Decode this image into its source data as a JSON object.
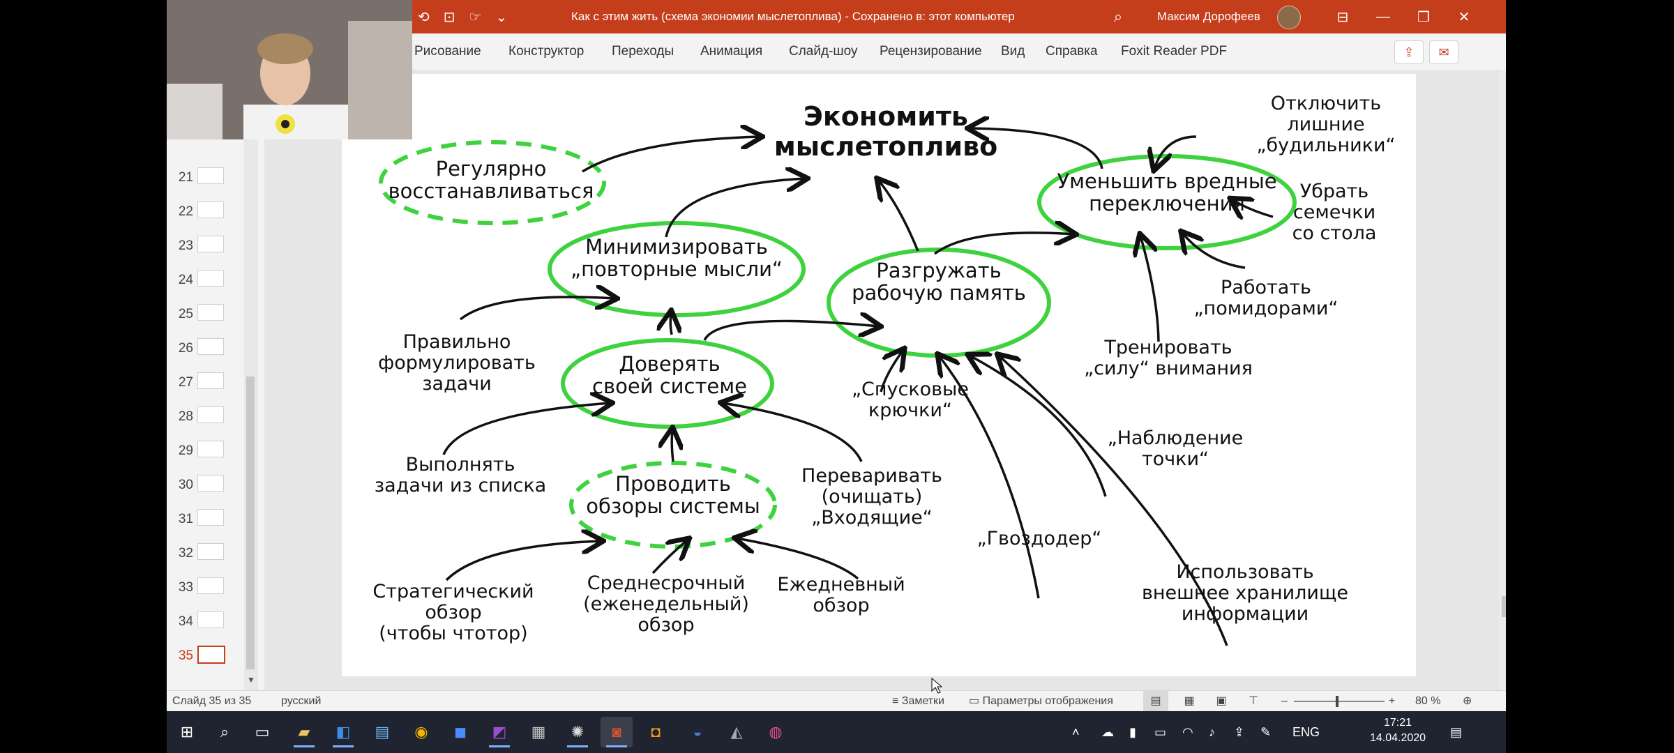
{
  "window": {
    "title": "Как с этим жить (схема экономии мыслетоплива) - Сохранено в: этот компьютер",
    "user_name": "Максим Дорофеев",
    "accent_color": "#c43e1c"
  },
  "ribbon": {
    "tabs": [
      "Рисование",
      "Конструктор",
      "Переходы",
      "Анимация",
      "Слайд-шоу",
      "Рецензирование",
      "Вид",
      "Справка",
      "Foxit Reader PDF"
    ]
  },
  "thumbnails": {
    "numbers": [
      "21",
      "22",
      "23",
      "24",
      "25",
      "26",
      "27",
      "28",
      "29",
      "30",
      "31",
      "32",
      "33",
      "34",
      "35"
    ],
    "active": "35"
  },
  "slide": {
    "title": "Экономить\nмыслетопливо",
    "nodes": {
      "regularly_recover": "Регулярно\nвосстанавливаться",
      "minimize_repeat": "Минимизировать\n„повторные мысли“",
      "unload_memory": "Разгружать\nрабочую память",
      "reduce_switches": "Уменьшить вредные\nпереключения",
      "trust_system": "Доверять\nсвоей системе",
      "reviews": "Проводить\nобзоры системы",
      "turn_off_alarms": "Отключить\nлишние\n„будильники“",
      "remove_seeds": "Убрать\nсемечки\nсо стола",
      "pomodoro": "Работать\n„помидорами“",
      "train_attention": "Тренировать\n„силу“ внимания",
      "formulate_tasks": "Правильно\nформулировать\nзадачи",
      "do_from_list": "Выполнять\nзадачи из списка",
      "digest_inbox": "Переваривать\n(очищать)\n„Входящие“",
      "triggers": "„Спусковые\nкрючки“",
      "observation_point": "„Наблюдение\nточки“",
      "nail_puller": "„Гвоздодер“",
      "external_storage": "Использовать\nвнешнее хранилище\nинформации",
      "strategic_review": "Стратегический\nобзор\n(чтобы чтотор)",
      "weekly_review": "Среднесрочный\n(еженедельный)\nобзор",
      "daily_review": "Ежедневный\nобзор"
    }
  },
  "statusbar": {
    "slide_info": "Слайд 35 из 35",
    "language": "русский",
    "notes": "Заметки",
    "display_settings": "Параметры отображения",
    "zoom": "80 %"
  },
  "taskbar": {
    "lang": "ENG",
    "time": "17:21",
    "date": "14.04.2020"
  }
}
